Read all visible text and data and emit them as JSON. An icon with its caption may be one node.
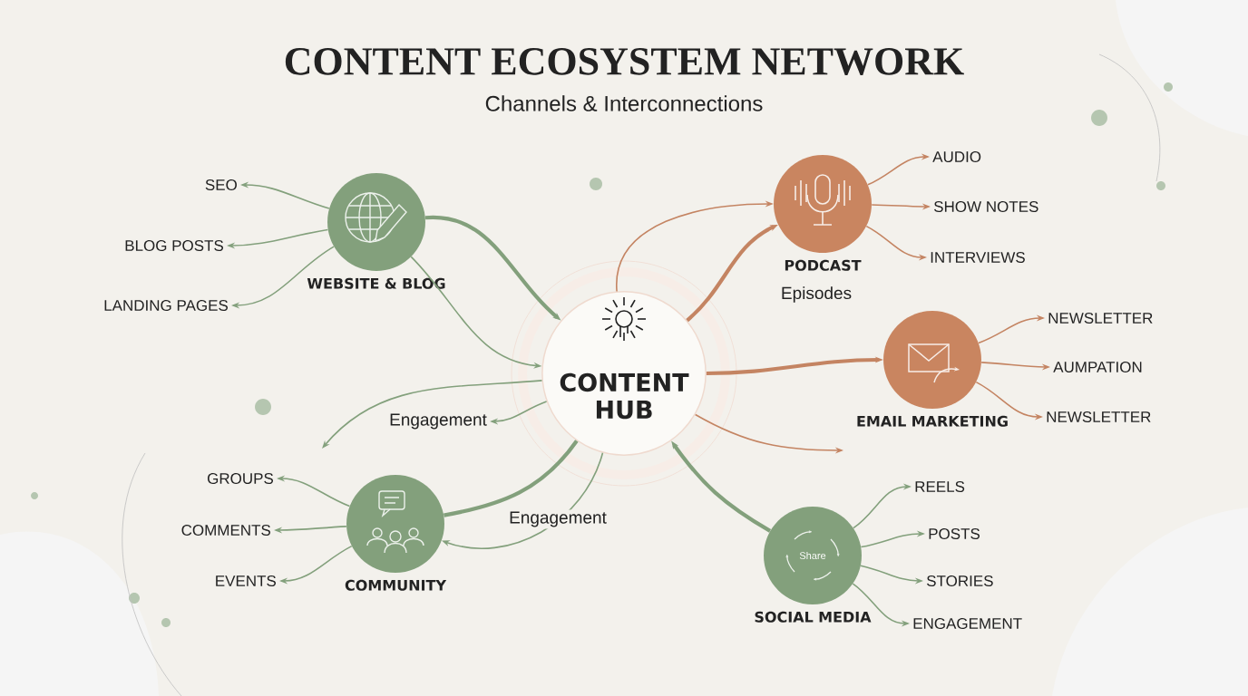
{
  "diagram": {
    "title": "CONTENT ECOSYSTEM NETWORK",
    "nodes": [
      {
        "text": [
          "CONTENT HUB"
        ]
      },
      {
        "text": [
          "WEBSITE & BLOG"
        ]
      },
      {
        "text": [
          "PODCAST"
        ],
        "beside": [
          "Episodes"
        ]
      },
      {
        "text": [
          "EMAIL MARKETING"
        ]
      },
      {
        "text": [
          "COMMUNITY"
        ]
      },
      {
        "text": [
          "Share",
          "SOCIAL MEDIA"
        ]
      },
      {
        "text": [
          "SEO"
        ]
      },
      {
        "text": [
          "BLOG POSTS"
        ]
      },
      {
        "text": [
          "LANDING PAGES"
        ]
      },
      {
        "text": [
          "AUDIO"
        ]
      },
      {
        "text": [
          "SHOW NOTES"
        ]
      },
      {
        "text": [
          "INTERVIEWS"
        ]
      },
      {
        "text": [
          "NEWSLETTER"
        ]
      },
      {
        "text": [
          "AUMPATION"
        ]
      },
      {
        "text": [
          "NEWSLETTER"
        ]
      },
      {
        "text": [
          "GROUPS"
        ]
      },
      {
        "text": [
          "COMMENTS"
        ]
      },
      {
        "text": [
          "EVENTS"
        ]
      },
      {
        "text": [
          "REELS"
        ]
      },
      {
        "text": [
          "POSTS"
        ]
      },
      {
        "text": [
          "STORIES"
        ]
      },
      {
        "text": [
          "ENGAGEMENT"
        ]
      },
      {
        "text": [
          "Engagement"
        ]
      }
    ],
    "edges": [
      {
        "from": 1,
        "to": 0,
        "arrow": "to",
        "style": "thick"
      },
      {
        "from": 1,
        "to": 0,
        "arrow": "to"
      },
      {
        "from": 0,
        "to": null,
        "arrow": "to"
      },
      {
        "from": 0,
        "to": 2,
        "arrow": "to",
        "color": "#c48462"
      },
      {
        "from": 0,
        "to": 2,
        "arrow": "to",
        "style": "thick",
        "color": "#c48462"
      },
      {
        "from": 0,
        "to": 3,
        "arrow": "to",
        "style": "thick",
        "color": "#c48462"
      },
      {
        "from": 0,
        "to": null,
        "arrow": "to",
        "color": "#c48462"
      },
      {
        "from": 0,
        "to": 22,
        "arrow": "to"
      },
      {
        "from": 0,
        "to": 4,
        "arrow": "none",
        "style": "thick"
      },
      {
        "from": 5,
        "to": 0,
        "arrow": "to",
        "style": "thick"
      },
      {
        "from": 0,
        "to": 4,
        "arrow": "to",
        "label": "Engagement"
      },
      {
        "from": 1,
        "to": 6,
        "arrow": "to"
      },
      {
        "from": 1,
        "to": 7,
        "arrow": "to"
      },
      {
        "from": 1,
        "to": 8,
        "arrow": "to"
      },
      {
        "from": 2,
        "to": 9,
        "arrow": "to",
        "color": "#c48462"
      },
      {
        "from": 2,
        "to": 10,
        "arrow": "to",
        "color": "#c48462"
      },
      {
        "from": 2,
        "to": 11,
        "arrow": "to",
        "color": "#c48462"
      },
      {
        "from": 3,
        "to": 12,
        "arrow": "to",
        "color": "#c48462"
      },
      {
        "from": 3,
        "to": 13,
        "arrow": "to",
        "color": "#c48462"
      },
      {
        "from": 3,
        "to": 14,
        "arrow": "to",
        "color": "#c48462"
      },
      {
        "from": 4,
        "to": 15,
        "arrow": "to"
      },
      {
        "from": 4,
        "to": 16,
        "arrow": "to"
      },
      {
        "from": 4,
        "to": 17,
        "arrow": "to"
      },
      {
        "from": 5,
        "to": 18,
        "arrow": "to"
      },
      {
        "from": 5,
        "to": 19,
        "arrow": "to"
      },
      {
        "from": 5,
        "to": 20,
        "arrow": "to"
      },
      {
        "from": 5,
        "to": 21,
        "arrow": "to"
      }
    ],
    "labels": [
      "Channels & Interconnections"
    ]
  }
}
